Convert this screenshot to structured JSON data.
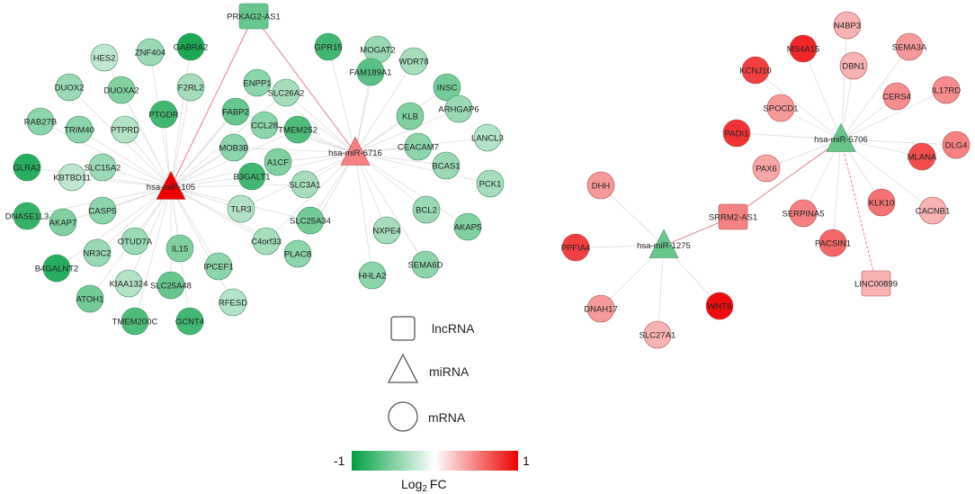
{
  "legend": {
    "lncrna": "lncRNA",
    "mirna": "miRNA",
    "mrna": "mRNA"
  },
  "colorscale": {
    "min_label": "-1",
    "max_label": "1",
    "title_main": "Log",
    "title_sub": "2",
    "title_end": "FC",
    "low_color": "#00a040",
    "mid_color": "#ffffff",
    "high_color": "#ee0000"
  },
  "networks": [
    {
      "hubs": [
        {
          "id": "hsa-miR-105",
          "type": "miRNA",
          "fc": 1.0
        },
        {
          "id": "hsa-miR-6716",
          "type": "miRNA",
          "fc": 0.5
        },
        {
          "id": "PRKAG2-AS1",
          "type": "lncRNA",
          "fc": -0.6
        }
      ],
      "genes": [
        {
          "id": "GABRA2",
          "fc": -0.9,
          "links": [
            "hsa-miR-105"
          ]
        },
        {
          "id": "ZNF404",
          "fc": -0.4,
          "links": [
            "hsa-miR-105"
          ]
        },
        {
          "id": "HES2",
          "fc": -0.25,
          "links": [
            "hsa-miR-105"
          ]
        },
        {
          "id": "DUOX2",
          "fc": -0.4,
          "links": [
            "hsa-miR-105"
          ]
        },
        {
          "id": "DUOXA2",
          "fc": -0.5,
          "links": [
            "hsa-miR-105"
          ]
        },
        {
          "id": "F2RL2",
          "fc": -0.35,
          "links": [
            "hsa-miR-105"
          ]
        },
        {
          "id": "PTGDR",
          "fc": -0.75,
          "links": [
            "hsa-miR-105"
          ]
        },
        {
          "id": "RAB27B",
          "fc": -0.45,
          "links": [
            "hsa-miR-105"
          ]
        },
        {
          "id": "TRIM40",
          "fc": -0.45,
          "links": [
            "hsa-miR-105"
          ]
        },
        {
          "id": "PTPRD",
          "fc": -0.3,
          "links": [
            "hsa-miR-105"
          ]
        },
        {
          "id": "GLRA2",
          "fc": -0.85,
          "links": [
            "hsa-miR-105"
          ]
        },
        {
          "id": "KBTBD11",
          "fc": -0.25,
          "links": [
            "hsa-miR-105"
          ]
        },
        {
          "id": "SLC15A2",
          "fc": -0.4,
          "links": [
            "hsa-miR-105"
          ]
        },
        {
          "id": "DNASE1L3",
          "fc": -0.8,
          "links": [
            "hsa-miR-105"
          ]
        },
        {
          "id": "AKAP7",
          "fc": -0.5,
          "links": [
            "hsa-miR-105"
          ]
        },
        {
          "id": "CASP5",
          "fc": -0.45,
          "links": [
            "hsa-miR-105"
          ]
        },
        {
          "id": "B4GALNT2",
          "fc": -0.85,
          "links": [
            "hsa-miR-105"
          ]
        },
        {
          "id": "NR3C2",
          "fc": -0.4,
          "links": [
            "hsa-miR-105"
          ]
        },
        {
          "id": "OTUD7A",
          "fc": -0.4,
          "links": [
            "hsa-miR-105"
          ]
        },
        {
          "id": "IL15",
          "fc": -0.5,
          "links": [
            "hsa-miR-105"
          ]
        },
        {
          "id": "IPCEF1",
          "fc": -0.45,
          "links": [
            "hsa-miR-105"
          ]
        },
        {
          "id": "KIAA1324",
          "fc": -0.3,
          "links": [
            "hsa-miR-105"
          ]
        },
        {
          "id": "SLC25A48",
          "fc": -0.6,
          "links": [
            "hsa-miR-105"
          ]
        },
        {
          "id": "ATOH1",
          "fc": -0.55,
          "links": [
            "hsa-miR-105"
          ]
        },
        {
          "id": "RFESD",
          "fc": -0.3,
          "links": [
            "hsa-miR-105"
          ]
        },
        {
          "id": "TMEM200C",
          "fc": -0.7,
          "links": [
            "hsa-miR-105"
          ]
        },
        {
          "id": "GCNT4",
          "fc": -0.75,
          "links": [
            "hsa-miR-105"
          ]
        },
        {
          "id": "ENPP1",
          "fc": -0.45,
          "links": [
            "hsa-miR-105",
            "hsa-miR-6716"
          ]
        },
        {
          "id": "FABP2",
          "fc": -0.6,
          "links": [
            "hsa-miR-105",
            "hsa-miR-6716"
          ]
        },
        {
          "id": "SLC26A2",
          "fc": -0.35,
          "links": [
            "hsa-miR-105",
            "hsa-miR-6716"
          ]
        },
        {
          "id": "CCL28",
          "fc": -0.45,
          "links": [
            "hsa-miR-105",
            "hsa-miR-6716"
          ]
        },
        {
          "id": "TMEM252",
          "fc": -0.7,
          "links": [
            "hsa-miR-105",
            "hsa-miR-6716"
          ]
        },
        {
          "id": "MOB3B",
          "fc": -0.45,
          "links": [
            "hsa-miR-105",
            "hsa-miR-6716"
          ]
        },
        {
          "id": "A1CF",
          "fc": -0.5,
          "links": [
            "hsa-miR-105",
            "hsa-miR-6716"
          ]
        },
        {
          "id": "B3GALT1",
          "fc": -0.75,
          "links": [
            "hsa-miR-105",
            "hsa-miR-6716"
          ]
        },
        {
          "id": "SLC3A1",
          "fc": -0.35,
          "links": [
            "hsa-miR-105",
            "hsa-miR-6716"
          ]
        },
        {
          "id": "TLR3",
          "fc": -0.3,
          "links": [
            "hsa-miR-105",
            "hsa-miR-6716"
          ]
        },
        {
          "id": "SLC25A34",
          "fc": -0.55,
          "links": [
            "hsa-miR-105",
            "hsa-miR-6716"
          ]
        },
        {
          "id": "C4orf33",
          "fc": -0.35,
          "links": [
            "hsa-miR-105",
            "hsa-miR-6716"
          ]
        },
        {
          "id": "PLAC8",
          "fc": -0.45,
          "links": [
            "hsa-miR-105",
            "hsa-miR-6716"
          ]
        },
        {
          "id": "GPR15",
          "fc": -0.75,
          "links": [
            "hsa-miR-6716"
          ]
        },
        {
          "id": "MOGAT2",
          "fc": -0.4,
          "links": [
            "hsa-miR-6716"
          ]
        },
        {
          "id": "WDR78",
          "fc": -0.35,
          "links": [
            "hsa-miR-6716"
          ]
        },
        {
          "id": "FAM189A1",
          "fc": -0.65,
          "links": [
            "hsa-miR-6716"
          ]
        },
        {
          "id": "INSC",
          "fc": -0.55,
          "links": [
            "hsa-miR-6716"
          ]
        },
        {
          "id": "KLB",
          "fc": -0.5,
          "links": [
            "hsa-miR-6716"
          ]
        },
        {
          "id": "ARHGAP6",
          "fc": -0.4,
          "links": [
            "hsa-miR-6716"
          ]
        },
        {
          "id": "CEACAM7",
          "fc": -0.45,
          "links": [
            "hsa-miR-6716"
          ]
        },
        {
          "id": "LANCL3",
          "fc": -0.3,
          "links": [
            "hsa-miR-6716"
          ]
        },
        {
          "id": "BCAS1",
          "fc": -0.4,
          "links": [
            "hsa-miR-6716"
          ]
        },
        {
          "id": "PCK1",
          "fc": -0.35,
          "links": [
            "hsa-miR-6716"
          ]
        },
        {
          "id": "BCL2",
          "fc": -0.4,
          "links": [
            "hsa-miR-6716"
          ]
        },
        {
          "id": "NXPE4",
          "fc": -0.35,
          "links": [
            "hsa-miR-6716"
          ]
        },
        {
          "id": "AKAP5",
          "fc": -0.5,
          "links": [
            "hsa-miR-6716"
          ]
        },
        {
          "id": "HHLA2",
          "fc": -0.45,
          "links": [
            "hsa-miR-6716"
          ]
        },
        {
          "id": "SEMA6D",
          "fc": -0.45,
          "links": [
            "hsa-miR-6716"
          ]
        }
      ],
      "hub_links": [
        [
          "PRKAG2-AS1",
          "hsa-miR-105"
        ],
        [
          "PRKAG2-AS1",
          "hsa-miR-6716"
        ]
      ]
    },
    {
      "hubs": [
        {
          "id": "hsa-miR-5706",
          "type": "miRNA",
          "fc": -0.6
        },
        {
          "id": "hsa-miR-1275",
          "type": "miRNA",
          "fc": -0.6
        },
        {
          "id": "SRRM2-AS1",
          "type": "lncRNA",
          "fc": 0.5
        },
        {
          "id": "LINC00899",
          "type": "lncRNA",
          "fc": 0.3
        }
      ],
      "genes": [
        {
          "id": "N4BP3",
          "fc": 0.3,
          "links": [
            "hsa-miR-5706"
          ]
        },
        {
          "id": "MS4A15",
          "fc": 0.85,
          "links": [
            "hsa-miR-5706"
          ]
        },
        {
          "id": "SEMA3A",
          "fc": 0.4,
          "links": [
            "hsa-miR-5706"
          ]
        },
        {
          "id": "KCNJ10",
          "fc": 0.75,
          "links": [
            "hsa-miR-5706"
          ]
        },
        {
          "id": "DBN1",
          "fc": 0.3,
          "links": [
            "hsa-miR-5706"
          ]
        },
        {
          "id": "CERS4",
          "fc": 0.45,
          "links": [
            "hsa-miR-5706"
          ]
        },
        {
          "id": "IL17RD",
          "fc": 0.45,
          "links": [
            "hsa-miR-5706"
          ]
        },
        {
          "id": "SPOCD1",
          "fc": 0.4,
          "links": [
            "hsa-miR-5706"
          ]
        },
        {
          "id": "PADI1",
          "fc": 0.8,
          "links": [
            "hsa-miR-5706"
          ]
        },
        {
          "id": "DLG4",
          "fc": 0.5,
          "links": [
            "hsa-miR-5706"
          ]
        },
        {
          "id": "PAX6",
          "fc": 0.35,
          "links": [
            "hsa-miR-5706"
          ]
        },
        {
          "id": "MLANA",
          "fc": 0.7,
          "links": [
            "hsa-miR-5706"
          ]
        },
        {
          "id": "SERPINA5",
          "fc": 0.5,
          "links": [
            "hsa-miR-5706"
          ]
        },
        {
          "id": "KLK10",
          "fc": 0.55,
          "links": [
            "hsa-miR-5706"
          ]
        },
        {
          "id": "CACNB1",
          "fc": 0.3,
          "links": [
            "hsa-miR-5706"
          ]
        },
        {
          "id": "PACSIN1",
          "fc": 0.6,
          "links": [
            "hsa-miR-5706"
          ]
        },
        {
          "id": "DHH",
          "fc": 0.4,
          "links": [
            "hsa-miR-1275"
          ]
        },
        {
          "id": "PPFIA4",
          "fc": 0.75,
          "links": [
            "hsa-miR-1275"
          ]
        },
        {
          "id": "DNAH17",
          "fc": 0.4,
          "links": [
            "hsa-miR-1275"
          ]
        },
        {
          "id": "SLC27A1",
          "fc": 0.3,
          "links": [
            "hsa-miR-1275"
          ]
        },
        {
          "id": "WNT6",
          "fc": 0.95,
          "links": [
            "hsa-miR-1275"
          ]
        }
      ],
      "hub_links": [
        [
          "SRRM2-AS1",
          "hsa-miR-5706"
        ],
        [
          "SRRM2-AS1",
          "hsa-miR-1275"
        ],
        [
          "LINC00899",
          "hsa-miR-5706"
        ]
      ]
    }
  ]
}
